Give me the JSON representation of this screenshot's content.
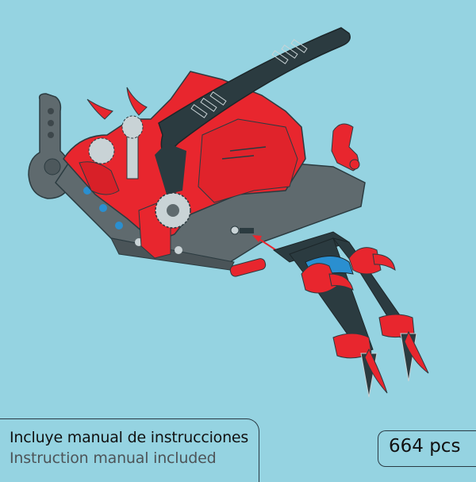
{
  "illustration": {
    "subject": "red and dark grey technic building model with claw attachment",
    "colors": {
      "background": "#95d3e1",
      "red": "#e8262e",
      "dark_grey": "#2b3b40",
      "grey": "#5f6a6e",
      "light_grey": "#c9d3d6",
      "blue": "#2a8fd0",
      "arrow": "#e8262e"
    }
  },
  "labels": {
    "manual_es": "Incluye manual de instrucciones",
    "manual_en": "Instruction manual included",
    "piece_count": "664 pcs"
  }
}
